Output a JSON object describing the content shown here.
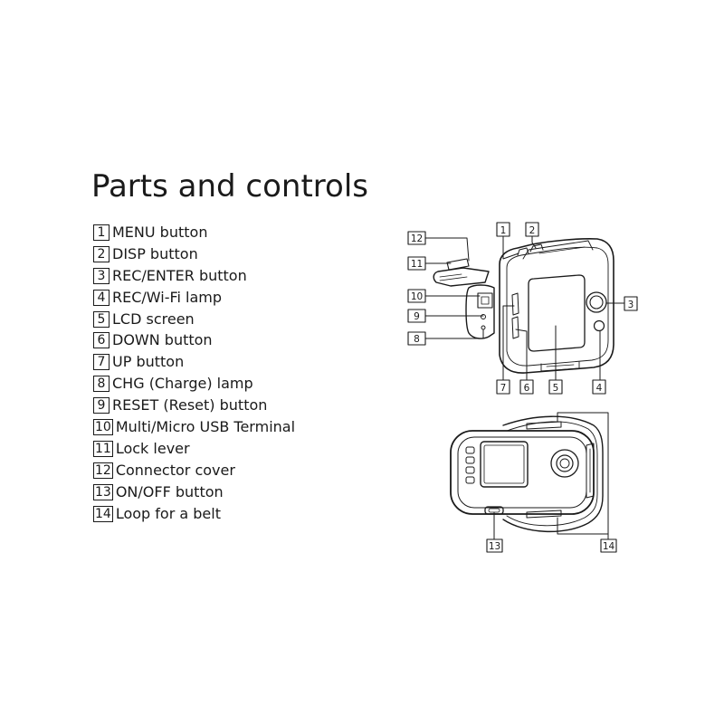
{
  "title": "Parts and controls",
  "parts": [
    {
      "num": "1",
      "label": "MENU button"
    },
    {
      "num": "2",
      "label": "DISP button"
    },
    {
      "num": "3",
      "label": "REC/ENTER button"
    },
    {
      "num": "4",
      "label": "REC/Wi-Fi lamp"
    },
    {
      "num": "5",
      "label": "LCD screen"
    },
    {
      "num": "6",
      "label": "DOWN button"
    },
    {
      "num": "7",
      "label": "UP button"
    },
    {
      "num": "8",
      "label": "CHG (Charge) lamp"
    },
    {
      "num": "9",
      "label": "RESET (Reset) button"
    },
    {
      "num": "10",
      "label": "Multi/Micro USB Terminal"
    },
    {
      "num": "11",
      "label": "Lock lever"
    },
    {
      "num": "12",
      "label": "Connector cover"
    },
    {
      "num": "13",
      "label": "ON/OFF button"
    },
    {
      "num": "14",
      "label": "Loop for a belt"
    }
  ]
}
